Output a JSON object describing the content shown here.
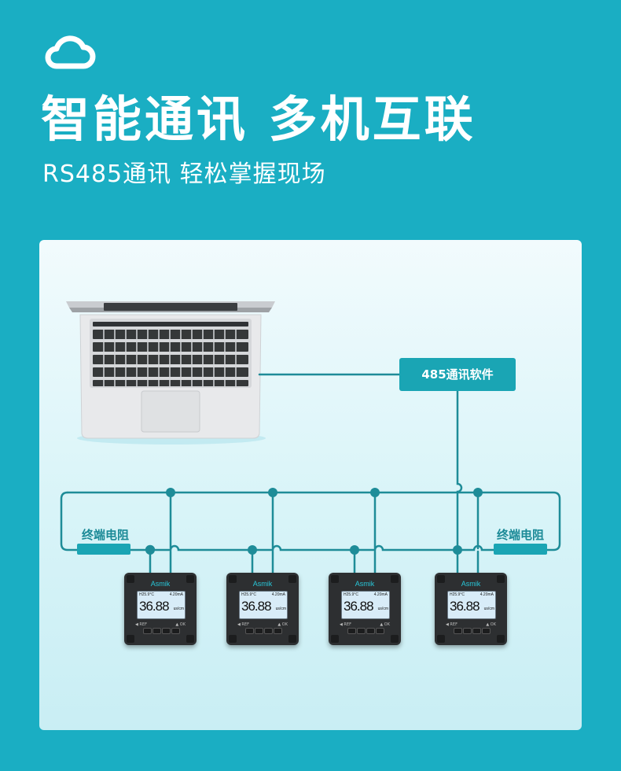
{
  "header": {
    "icon": "cloud-icon",
    "title": "智能通讯 多机互联",
    "subtitle": "RS485通讯 轻松掌握现场"
  },
  "diagram": {
    "software_label": "485通讯软件",
    "terminal_left": "终端电阻",
    "terminal_right": "终端电阻",
    "devices": [
      {
        "brand": "Asmik",
        "temp": "H25.9°C",
        "ma": "4.20mA",
        "value": "36.88",
        "unit": "us/cm",
        "key_left": "◀ REF",
        "key_right": "▲ OK"
      },
      {
        "brand": "Asmik",
        "temp": "H25.9°C",
        "ma": "4.20mA",
        "value": "36.88",
        "unit": "us/cm",
        "key_left": "◀ REF",
        "key_right": "▲ OK"
      },
      {
        "brand": "Asmik",
        "temp": "H25.9°C",
        "ma": "4.20mA",
        "value": "36.88",
        "unit": "us/cm",
        "key_left": "◀ REF",
        "key_right": "▲ OK"
      },
      {
        "brand": "Asmik",
        "temp": "H25.9°C",
        "ma": "4.20mA",
        "value": "36.88",
        "unit": "us/cm",
        "key_left": "◀ REF",
        "key_right": "▲ OK"
      }
    ]
  },
  "colors": {
    "background": "#1aaec3",
    "accent": "#1aa5b4",
    "line": "#1e8c98"
  }
}
